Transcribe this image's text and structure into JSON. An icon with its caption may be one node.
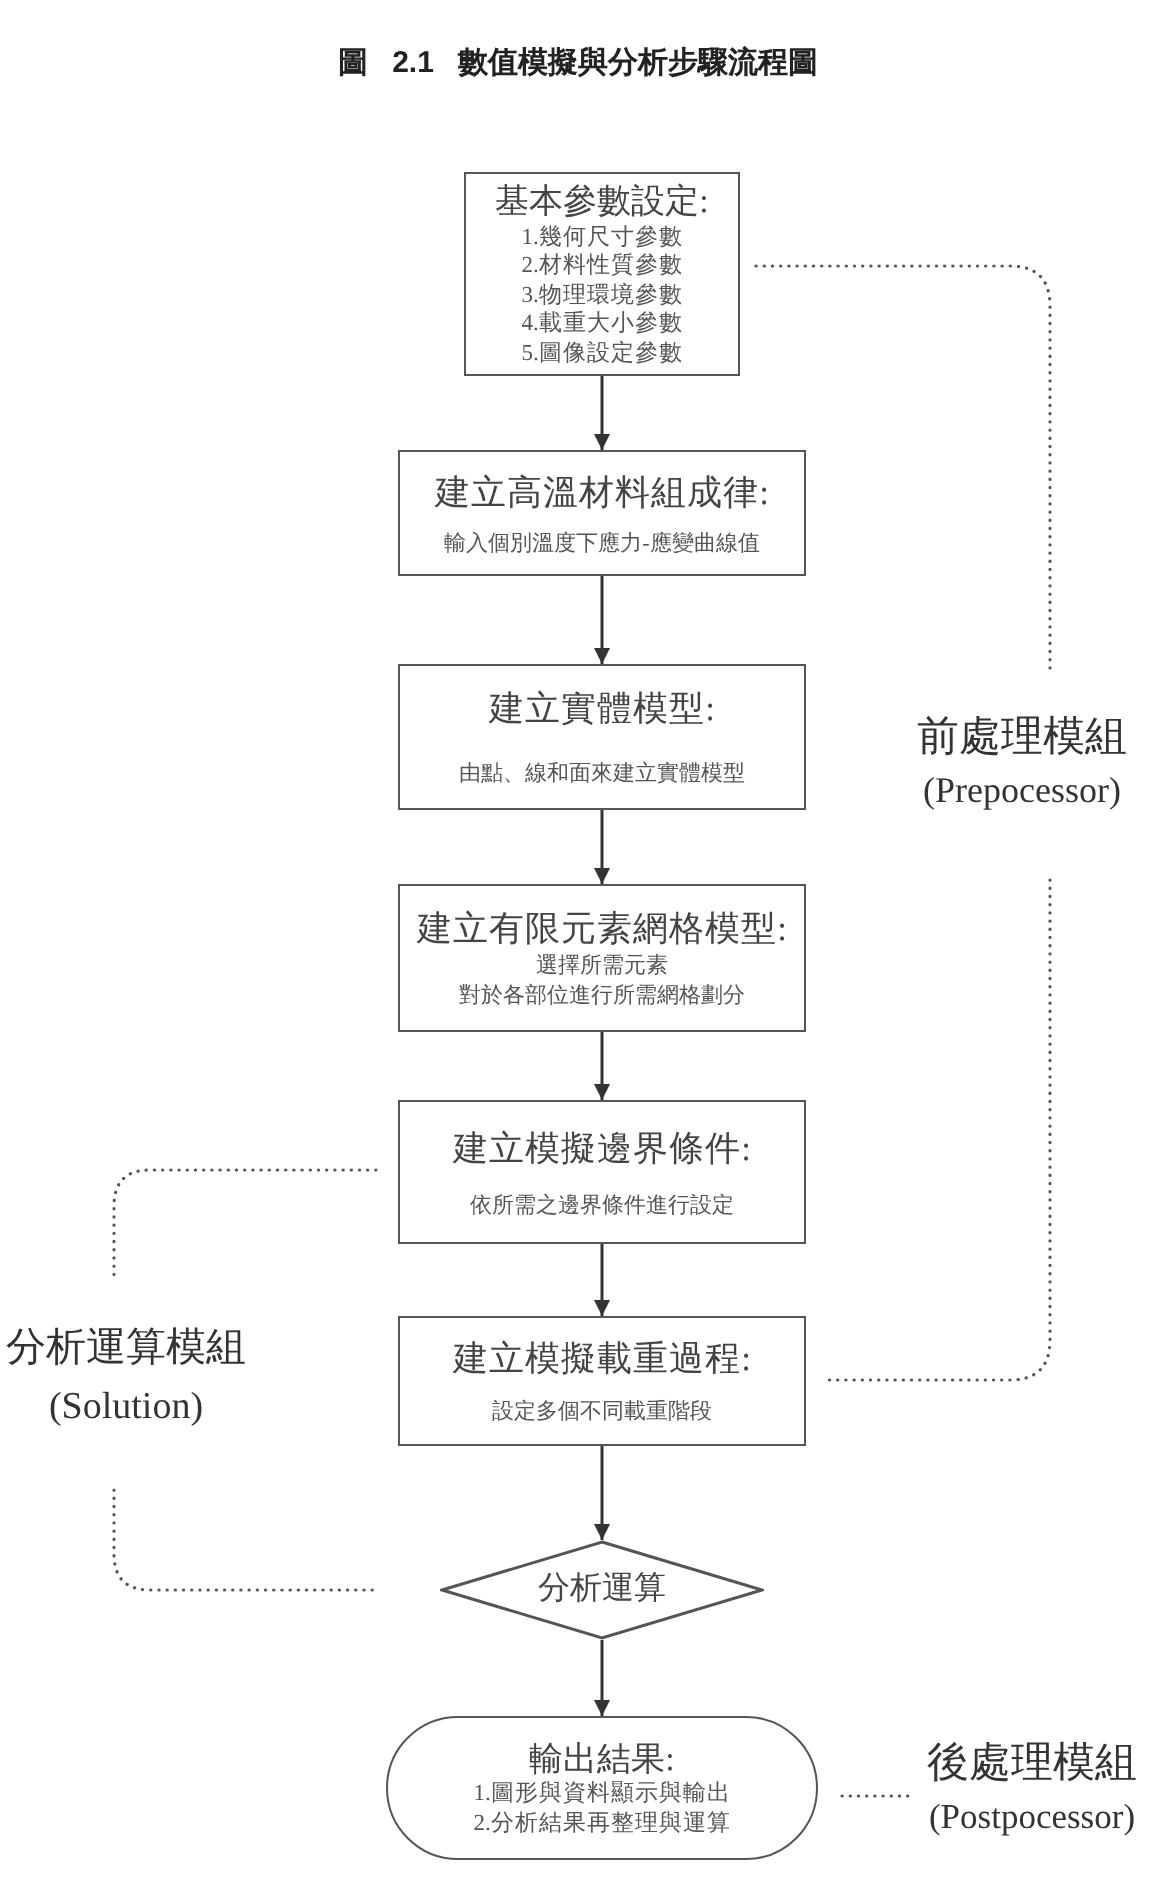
{
  "diagram": {
    "title": "圖 2.1 數值模擬與分析步驟流程圖",
    "nodes": [
      {
        "text": [
          "基本參數設定:",
          "1.幾何尺寸參數",
          "2.材料性質參數",
          "3.物理環境參數",
          "4.載重大小參數",
          "5.圖像設定參數"
        ]
      },
      {
        "text": [
          "建立高溫材料組成律:",
          "輸入個別溫度下應力-應變曲線值"
        ]
      },
      {
        "text": [
          "建立實體模型:",
          "由點、線和面來建立實體模型"
        ]
      },
      {
        "text": [
          "建立有限元素網格模型:",
          "選擇所需元素",
          "對於各部位進行所需網格劃分"
        ]
      },
      {
        "text": [
          "建立模擬邊界條件:",
          "依所需之邊界條件進行設定"
        ]
      },
      {
        "text": [
          "建立模擬載重過程:",
          "設定多個不同載重階段"
        ]
      },
      {
        "text": [
          "分析運算"
        ]
      },
      {
        "text": [
          "輸出結果:",
          "1.圖形與資料顯示與輸出",
          "2.分析結果再整理與運算"
        ]
      }
    ],
    "edges": [
      {
        "from": 0,
        "to": 1,
        "arrow": "to"
      },
      {
        "from": 1,
        "to": 2,
        "arrow": "to"
      },
      {
        "from": 2,
        "to": 3,
        "arrow": "to"
      },
      {
        "from": 3,
        "to": 4,
        "arrow": "to"
      },
      {
        "from": 4,
        "to": 5,
        "arrow": "to"
      },
      {
        "from": 5,
        "to": 6,
        "arrow": "to"
      },
      {
        "from": 6,
        "to": 7,
        "arrow": "to"
      }
    ],
    "labels": [
      "前處理模組",
      "(Prepocessor)",
      "分析運算模組",
      "(Solution)",
      "後處理模組",
      "(Postpocessor)"
    ]
  }
}
